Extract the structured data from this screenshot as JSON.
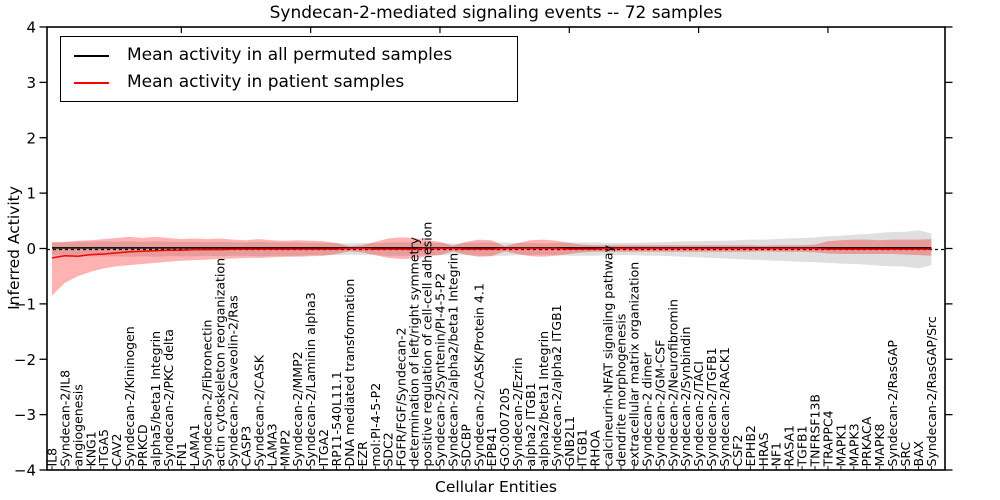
{
  "figure": {
    "title": "Syndecan-2-mediated signaling events -- 72 samples",
    "xlabel": "Cellular Entities",
    "ylabel": "Inferred Activity"
  },
  "legend": {
    "items": [
      {
        "label": "Mean activity in all permuted samples",
        "color": "#000000"
      },
      {
        "label": "Mean activity in patient samples",
        "color": "#ff0000"
      }
    ]
  },
  "chart_data": {
    "type": "line",
    "title": "Syndecan-2-mediated signaling events -- 72 samples",
    "xlabel": "Cellular Entities",
    "ylabel": "Inferred Activity",
    "ylim": [
      -4,
      4
    ],
    "yticks": [
      -4,
      -3,
      -2,
      -1,
      0,
      1,
      2,
      3,
      4
    ],
    "grid": false,
    "legend_position": "upper left",
    "categories": [
      "IL8",
      "Syndecan-2/IL8",
      "angiogenesis",
      "KNG1",
      "ITGA5",
      "CAV2",
      "Syndecan-2/Kininogen",
      "PRKCD",
      "alpha5/beta1 Integrin",
      "Syndecan-2/PKC delta",
      "FN1",
      "LAMA1",
      "Syndecan-2/Fibronectin",
      "actin cytoskeleton reorganization",
      "Syndecan-2/Caveolin-2/Ras",
      "CASP3",
      "Syndecan-2/CASK",
      "LAMA3",
      "MMP2",
      "Syndecan-2/MMP2",
      "Syndecan-2/Laminin alpha3",
      "ITGA2",
      "RP11-540L11.1",
      "DNA mediated transformation",
      "EZR",
      "mol:PI-4-5-P2",
      "SDC2",
      "FGFR/FGF/Syndecan-2",
      "determination of left/right symmetry",
      "positive regulation of cell-cell adhesion",
      "Syndecan-2/Syntenin/PI-4-5-P2",
      "Syndecan-2/alpha2/beta1 Integrin",
      "SDCBP",
      "Syndecan-2/CASK/Protein 4.1",
      "EPB41",
      "GO:0007205",
      "Syndecan-2/Ezrin",
      "alpha2 ITGB1",
      "alpha2/beta1 Integrin",
      "Syndecan-2/alpha2 ITGB1",
      "GNB2L1",
      "ITGB1",
      "RHOA",
      "calcineurin-NFAT signaling pathway",
      "dendrite morphogenesis",
      "extracellular matrix organization",
      "Syndecan-2 dimer",
      "Syndecan-2/GM-CSF",
      "Syndecan-2/Neurofibromin",
      "Syndecan-2/Synbindin",
      "Syndecan-2/TACI",
      "Syndecan-2/TGFB1",
      "Syndecan-2/RACK1",
      "CSF2",
      "EPHB2",
      "HRAS",
      "NF1",
      "RASA1",
      "TGFB1",
      "TNFRSF13B",
      "TRAPPC4",
      "MAPK1",
      "MAPK3",
      "PRKACA",
      "MAPK8",
      "Syndecan-2/RasGAP",
      "SRC",
      "BAX",
      "Syndecan-2/RasGAP/Src"
    ],
    "series": [
      {
        "id": "permuted-mean",
        "name": "Mean activity in all permuted samples",
        "color": "#000000",
        "values": [
          0.01,
          0.01,
          0.01,
          0.01,
          0.01,
          0.01,
          0.01,
          0.01,
          0.01,
          0.01,
          0.01,
          0.01,
          0.01,
          0.01,
          0.01,
          0.01,
          0.01,
          0.01,
          0.01,
          0.01,
          0.01,
          0.01,
          0.01,
          0.01,
          0.01,
          0.01,
          0.01,
          0.01,
          0.01,
          0.01,
          0.01,
          0.01,
          0.01,
          0.01,
          0.01,
          0.01,
          0.01,
          0.01,
          0.01,
          0.01,
          0.01,
          0.01,
          0.01,
          0.01,
          0.01,
          0.01,
          0.01,
          0.01,
          0.01,
          0.01,
          0.01,
          0.01,
          0.01,
          0.01,
          0.01,
          0.01,
          0.01,
          0.01,
          0.01,
          0.01,
          0.01,
          0.01,
          0.01,
          0.01,
          0.01,
          0.01,
          0.01,
          0.01,
          0.01
        ]
      },
      {
        "id": "patient-mean",
        "name": "Mean activity in patient samples",
        "color": "#ff0000",
        "values": [
          -0.17,
          -0.13,
          -0.14,
          -0.11,
          -0.1,
          -0.08,
          -0.06,
          -0.05,
          -0.04,
          -0.03,
          -0.03,
          -0.02,
          -0.02,
          -0.02,
          -0.01,
          -0.01,
          -0.01,
          -0.01,
          -0.01,
          -0.01,
          -0.01,
          -0.01,
          -0.01,
          0.0,
          0.0,
          -0.01,
          -0.01,
          -0.01,
          -0.01,
          0.0,
          0.0,
          0.0,
          -0.01,
          -0.01,
          -0.01,
          0.0,
          0.0,
          0.0,
          0.0,
          0.0,
          -0.01,
          -0.01,
          -0.01,
          0.0,
          0.0,
          0.0,
          0.0,
          0.0,
          0.0,
          0.0,
          0.0,
          0.0,
          0.0,
          0.0,
          0.0,
          0.0,
          0.0,
          0.0,
          0.0,
          0.0,
          -0.01,
          -0.01,
          -0.01,
          -0.01,
          -0.01,
          -0.01,
          -0.01,
          -0.01,
          -0.01
        ]
      }
    ],
    "bands": [
      {
        "id": "permuted-range",
        "name": "permuted samples activity range",
        "color": "rgba(110,110,110,0.22)",
        "upper": [
          0.1,
          0.11,
          0.12,
          0.12,
          0.13,
          0.12,
          0.13,
          0.12,
          0.13,
          0.12,
          0.12,
          0.12,
          0.11,
          0.12,
          0.11,
          0.11,
          0.12,
          0.11,
          0.11,
          0.11,
          0.1,
          0.1,
          0.1,
          0.09,
          0.1,
          0.1,
          0.11,
          0.11,
          0.11,
          0.1,
          0.1,
          0.09,
          0.1,
          0.11,
          0.11,
          0.11,
          0.1,
          0.1,
          0.09,
          0.1,
          0.11,
          0.11,
          0.11,
          0.1,
          0.1,
          0.1,
          0.11,
          0.11,
          0.12,
          0.13,
          0.13,
          0.14,
          0.14,
          0.15,
          0.16,
          0.16,
          0.17,
          0.18,
          0.19,
          0.2,
          0.22,
          0.23,
          0.25,
          0.26,
          0.28,
          0.3,
          0.3,
          0.33,
          0.27
        ],
        "lower": [
          -0.12,
          -0.13,
          -0.13,
          -0.14,
          -0.14,
          -0.14,
          -0.15,
          -0.14,
          -0.15,
          -0.14,
          -0.14,
          -0.14,
          -0.13,
          -0.14,
          -0.13,
          -0.13,
          -0.14,
          -0.13,
          -0.13,
          -0.13,
          -0.12,
          -0.12,
          -0.12,
          -0.11,
          -0.12,
          -0.12,
          -0.13,
          -0.13,
          -0.13,
          -0.12,
          -0.12,
          -0.11,
          -0.12,
          -0.13,
          -0.13,
          -0.13,
          -0.12,
          -0.12,
          -0.11,
          -0.12,
          -0.13,
          -0.13,
          -0.13,
          -0.12,
          -0.12,
          -0.12,
          -0.13,
          -0.13,
          -0.14,
          -0.15,
          -0.16,
          -0.17,
          -0.18,
          -0.19,
          -0.2,
          -0.21,
          -0.22,
          -0.23,
          -0.24,
          -0.25,
          -0.26,
          -0.27,
          -0.28,
          -0.29,
          -0.31,
          -0.32,
          -0.33,
          -0.36,
          -0.3
        ]
      },
      {
        "id": "patient-range",
        "name": "patient samples activity range",
        "color": "rgba(255,0,0,0.30)",
        "upper": [
          0.12,
          0.12,
          0.14,
          0.15,
          0.17,
          0.19,
          0.21,
          0.19,
          0.21,
          0.19,
          0.17,
          0.18,
          0.17,
          0.18,
          0.16,
          0.15,
          0.17,
          0.15,
          0.14,
          0.15,
          0.14,
          0.13,
          0.1,
          0.04,
          0.06,
          0.12,
          0.18,
          0.2,
          0.19,
          0.15,
          0.12,
          0.05,
          0.12,
          0.16,
          0.15,
          0.04,
          0.1,
          0.15,
          0.16,
          0.14,
          0.1,
          0.07,
          0.06,
          0.06,
          0.06,
          0.06,
          0.06,
          0.06,
          0.06,
          0.06,
          0.06,
          0.06,
          0.06,
          0.06,
          0.06,
          0.05,
          0.06,
          0.06,
          0.06,
          0.07,
          0.13,
          0.15,
          0.16,
          0.16,
          0.15,
          0.16,
          0.16,
          0.16,
          0.17
        ],
        "lower": [
          -0.85,
          -0.62,
          -0.5,
          -0.42,
          -0.36,
          -0.32,
          -0.3,
          -0.28,
          -0.26,
          -0.24,
          -0.22,
          -0.21,
          -0.2,
          -0.19,
          -0.18,
          -0.17,
          -0.17,
          -0.16,
          -0.15,
          -0.15,
          -0.14,
          -0.13,
          -0.1,
          -0.05,
          -0.07,
          -0.12,
          -0.17,
          -0.19,
          -0.18,
          -0.14,
          -0.12,
          -0.05,
          -0.11,
          -0.15,
          -0.14,
          -0.05,
          -0.1,
          -0.14,
          -0.15,
          -0.13,
          -0.1,
          -0.07,
          -0.06,
          -0.06,
          -0.06,
          -0.06,
          -0.06,
          -0.06,
          -0.06,
          -0.06,
          -0.06,
          -0.06,
          -0.06,
          -0.06,
          -0.06,
          -0.05,
          -0.06,
          -0.06,
          -0.06,
          -0.07,
          -0.09,
          -0.1,
          -0.1,
          -0.1,
          -0.1,
          -0.1,
          -0.11,
          -0.12,
          -0.13
        ]
      }
    ],
    "reference_line": {
      "y": 0,
      "style": "dashed",
      "color": "#000000"
    }
  }
}
